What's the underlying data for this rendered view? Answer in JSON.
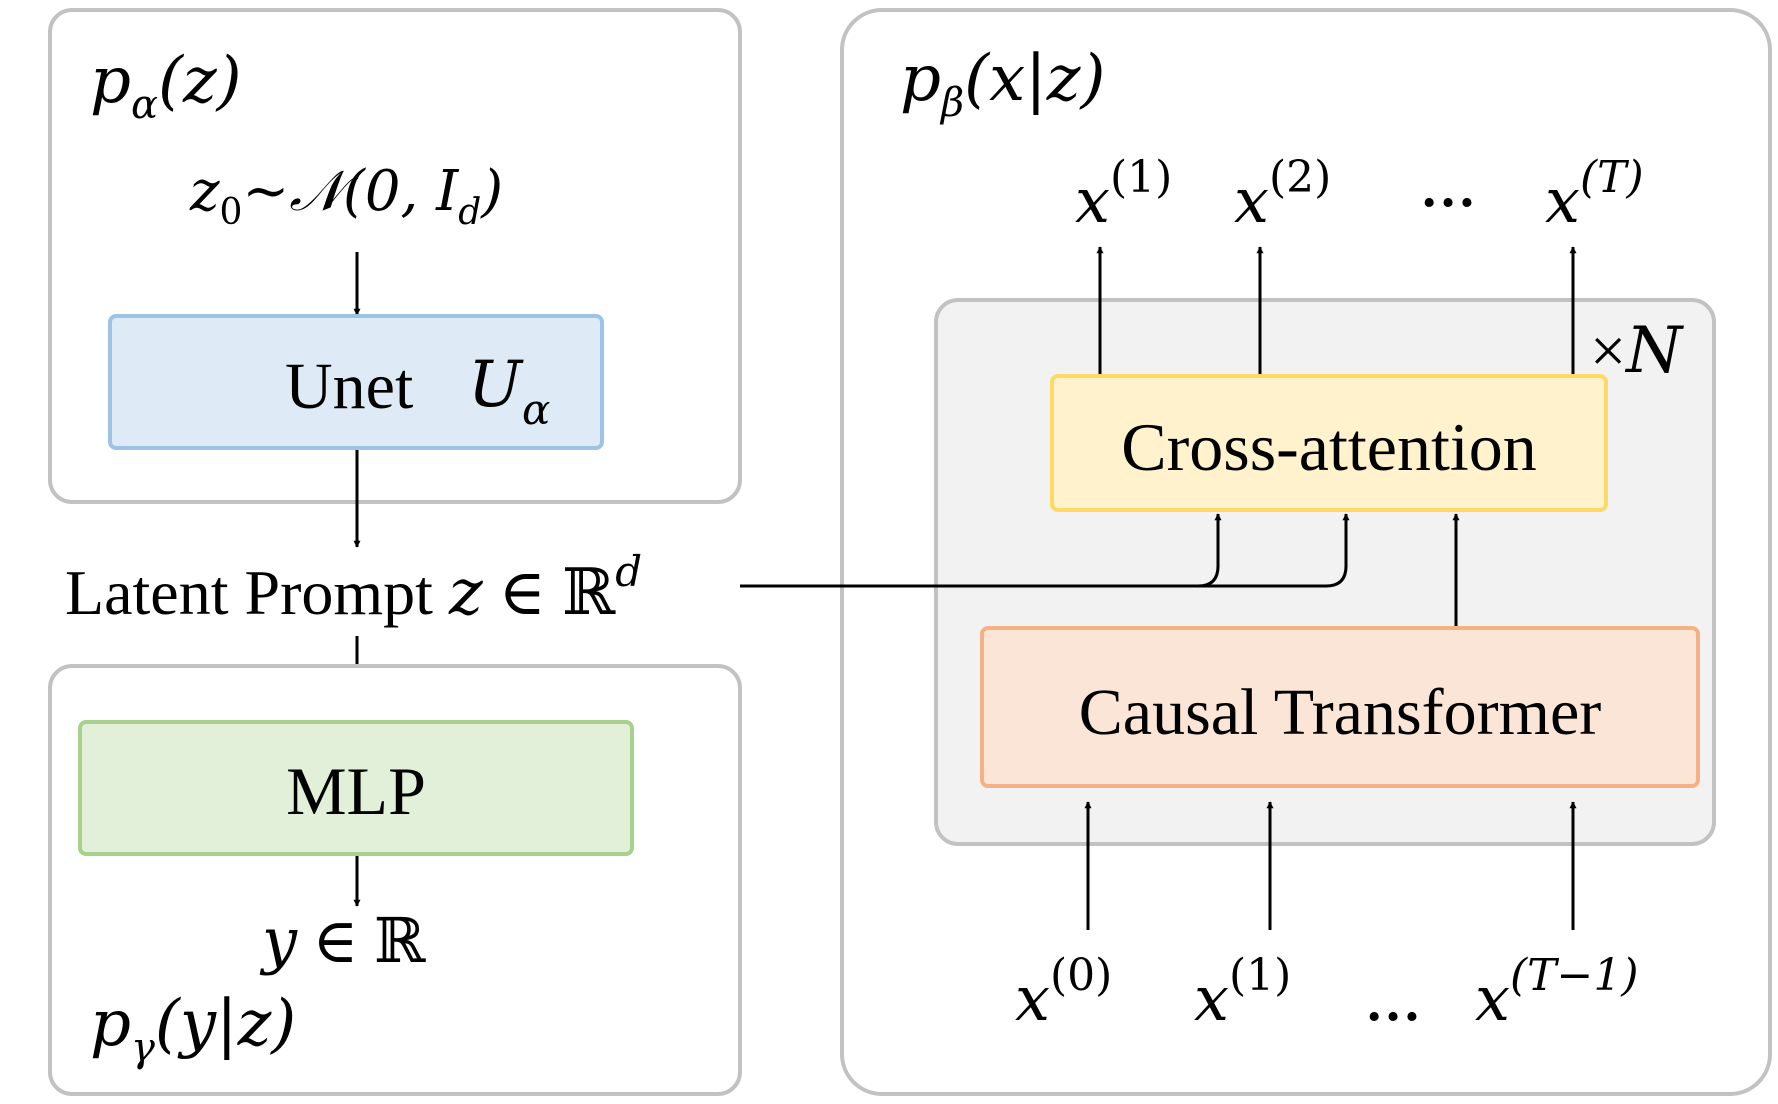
{
  "left_top_panel": {
    "title": {
      "base": "p",
      "sub": "α",
      "args": "(z)"
    },
    "sample": {
      "var": "z",
      "sub": "0",
      "rest": "~𝒩(0, ",
      "id": "I",
      "id_sub": "d",
      "close": ")"
    },
    "unet": {
      "label": "Unet",
      "sym": "U",
      "sym_sub": "α"
    }
  },
  "latent": {
    "label": "Latent Prompt ",
    "var": "z",
    "in": " ∈ ℝ",
    "sup": "d"
  },
  "left_bottom_panel": {
    "mlp_label": "MLP",
    "output": {
      "var": "y",
      "in": " ∈ ℝ"
    },
    "title": {
      "base": "p",
      "sub": "γ",
      "args": "(y|z)"
    }
  },
  "right_panel": {
    "title": {
      "base": "p",
      "sub": "β",
      "args": "(x|z)"
    },
    "outputs": [
      {
        "var": "x",
        "sup": "(1)"
      },
      {
        "var": "x",
        "sup": "(2)"
      },
      {
        "ellipsis": "…"
      },
      {
        "var": "x",
        "sup": "(T)"
      }
    ],
    "repeat": {
      "times": "×",
      "n": "N"
    },
    "cross_attention_label": "Cross-attention",
    "causal_transformer_label": "Causal Transformer",
    "inputs": [
      {
        "var": "x",
        "sup": "(0)"
      },
      {
        "var": "x",
        "sup": "(1)"
      },
      {
        "ellipsis": "…"
      },
      {
        "var": "x",
        "sup": "(T−1)"
      }
    ]
  },
  "colors": {
    "panel_border": "#c2c2c2",
    "inner_fill": "#f2f2f2",
    "unet_fill": "#deebf7",
    "unet_border": "#9dc3e6",
    "mlp_fill": "#e2f0d9",
    "mlp_border": "#a9d18e",
    "cross_fill": "#fff2cc",
    "cross_border": "#ffd966",
    "causal_fill": "#fbe5d6",
    "causal_border": "#f4b183",
    "arrow": "#000000"
  }
}
